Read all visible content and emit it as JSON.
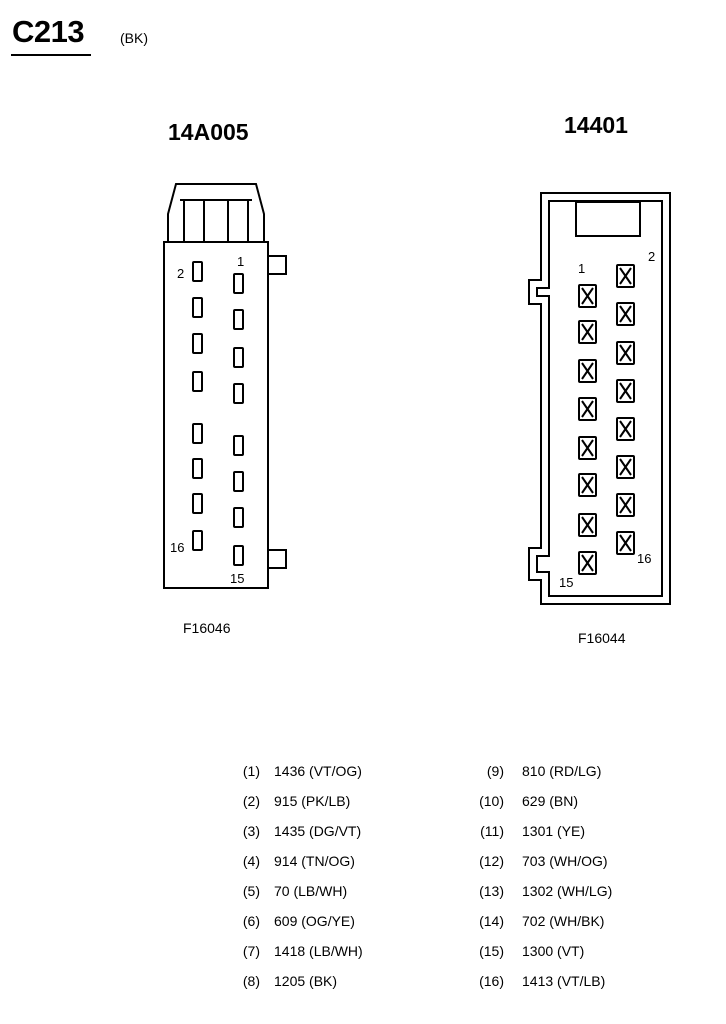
{
  "connector": {
    "id": "C213",
    "color": "(BK)"
  },
  "views": [
    {
      "part_number": "14A005",
      "figure_id": "F16046",
      "pin_labels": {
        "top_left": "2",
        "top_right": "1",
        "bottom_left": "16",
        "bottom_right": "15"
      }
    },
    {
      "part_number": "14401",
      "figure_id": "F16044",
      "pin_labels": {
        "top_left": "1",
        "top_right": "2",
        "bottom_left": "15",
        "bottom_right": "16"
      }
    }
  ],
  "pinout": [
    {
      "pin": "(1)",
      "circuit": "1436 (VT/OG)"
    },
    {
      "pin": "(2)",
      "circuit": "915 (PK/LB)"
    },
    {
      "pin": "(3)",
      "circuit": "1435 (DG/VT)"
    },
    {
      "pin": "(4)",
      "circuit": "914 (TN/OG)"
    },
    {
      "pin": "(5)",
      "circuit": "70 (LB/WH)"
    },
    {
      "pin": "(6)",
      "circuit": "609 (OG/YE)"
    },
    {
      "pin": "(7)",
      "circuit": "1418 (LB/WH)"
    },
    {
      "pin": "(8)",
      "circuit": "1205 (BK)"
    },
    {
      "pin": "(9)",
      "circuit": "810 (RD/LG)"
    },
    {
      "pin": "(10)",
      "circuit": "629 (BN)"
    },
    {
      "pin": "(11)",
      "circuit": "1301 (YE)"
    },
    {
      "pin": "(12)",
      "circuit": "703 (WH/OG)"
    },
    {
      "pin": "(13)",
      "circuit": "1302 (WH/LG)"
    },
    {
      "pin": "(14)",
      "circuit": "702 (WH/BK)"
    },
    {
      "pin": "(15)",
      "circuit": "1300 (VT)"
    },
    {
      "pin": "(16)",
      "circuit": "1413 (VT/LB)"
    }
  ]
}
